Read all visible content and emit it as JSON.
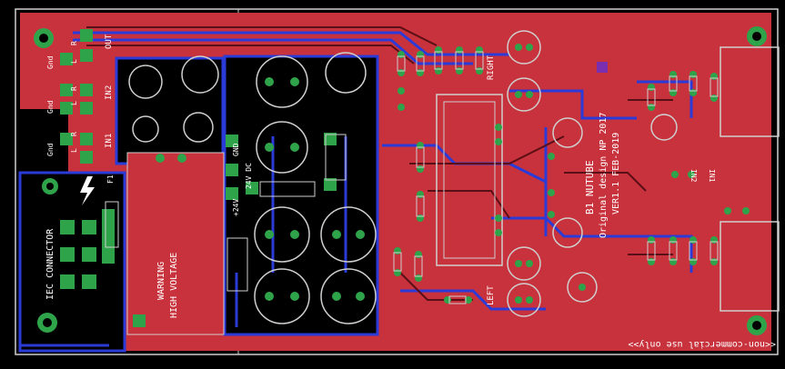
{
  "app": {
    "name": "PCB board view"
  },
  "colors": {
    "background": "#000000",
    "copper_top": "#c8323c",
    "copper_bottom": "#2b3bd8",
    "pad": "#2fa34a",
    "silkscreen": "#ffffff",
    "outline": "#cfcfcf"
  },
  "labels": {
    "out": "OUT",
    "in2": "IN2",
    "in1": "IN1",
    "gnd": "Gnd",
    "r": "R",
    "l": "L",
    "f1": "F1",
    "iec": "IEC CONNECTOR",
    "warning1": "WARNING",
    "warning2": "HIGH VOLTAGE",
    "gnd_v": "GND",
    "v24": "+24V",
    "v24dc": "24V DC",
    "right": "RIGHT",
    "left": "LEFT",
    "title1": "B1 NUTUBE",
    "title2": "Original design NP 2017",
    "title3": "VER1.1 FEB-2019",
    "inv_in2": "IN2",
    "inv_in1": "IN1",
    "footer": "<<non-commercial use only>>"
  }
}
